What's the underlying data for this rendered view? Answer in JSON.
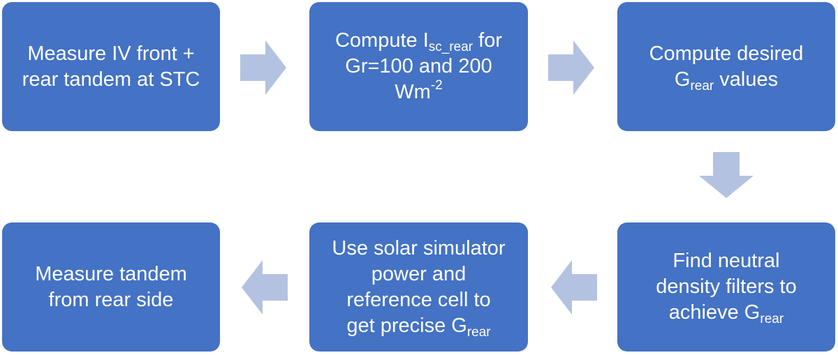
{
  "colors": {
    "box_fill": "#4472c4",
    "arrow_fill": "#b4c2e2",
    "text": "#ffffff"
  },
  "steps": [
    {
      "line1": "Measure IV front +",
      "line2": "rear tandem at STC"
    },
    {
      "line1_prefix": "Compute I",
      "line1_sub": "sc_rear",
      "line1_suffix": " for",
      "line2": "Gr=100 and 200",
      "line3_prefix": "Wm",
      "line3_sup": "-2"
    },
    {
      "line1": "Compute desired",
      "line2_prefix": "G",
      "line2_sub": "rear",
      "line2_suffix": " values"
    },
    {
      "line1": "Find neutral",
      "line2": "density filters to",
      "line3_prefix": "achieve G",
      "line3_sub": "rear"
    },
    {
      "line1": "Use solar simulator",
      "line2": "power and",
      "line3": "reference cell to",
      "line4_prefix": "get precise G",
      "line4_sub": "rear"
    },
    {
      "line1": "Measure tandem",
      "line2": "from rear side"
    }
  ]
}
